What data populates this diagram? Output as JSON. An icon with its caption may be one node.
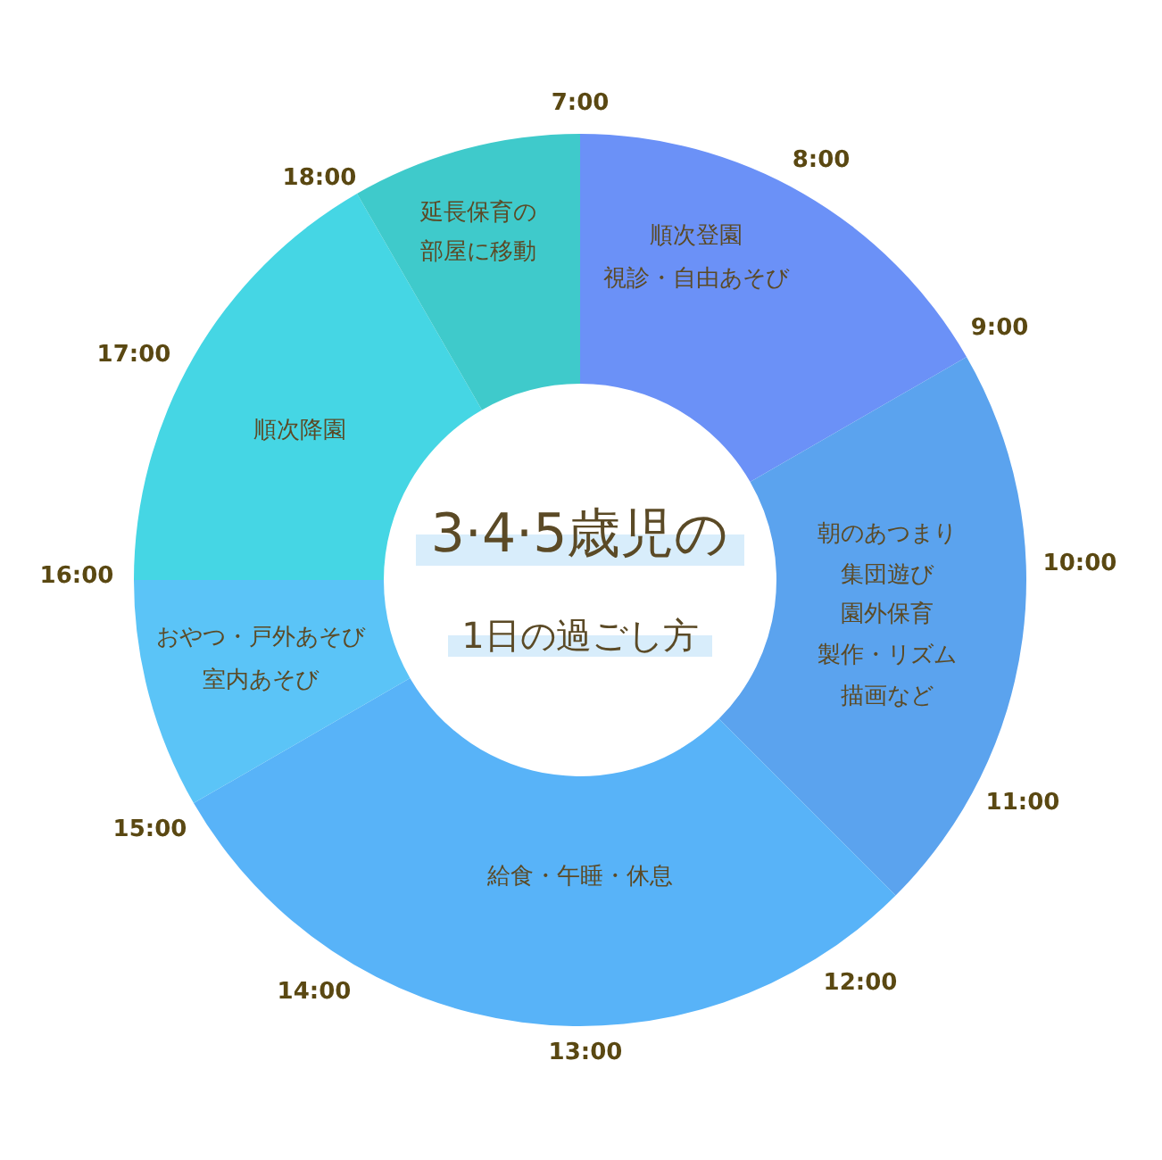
{
  "diagram": {
    "title": "3·4·5歳児の1日の過ごし方",
    "nodes": [
      {
        "text": [
          "順次登園",
          "視診・自由あそび"
        ]
      },
      {
        "text": [
          "朝のあつまり",
          "集団遊び",
          "園外保育",
          "製作・リズム",
          "描画など"
        ]
      },
      {
        "text": [
          "給食・午睡・休息"
        ]
      },
      {
        "text": [
          "おやつ・戸外あそび",
          "室内あそび"
        ]
      },
      {
        "text": [
          "順次降園"
        ]
      },
      {
        "text": [
          "延長保育の部屋に移動"
        ]
      }
    ],
    "labels": [
      "7:00",
      "8:00",
      "9:00",
      "10:00",
      "11:00",
      "12:00",
      "13:00",
      "14:00",
      "15:00",
      "16:00",
      "17:00",
      "18:00"
    ]
  }
}
